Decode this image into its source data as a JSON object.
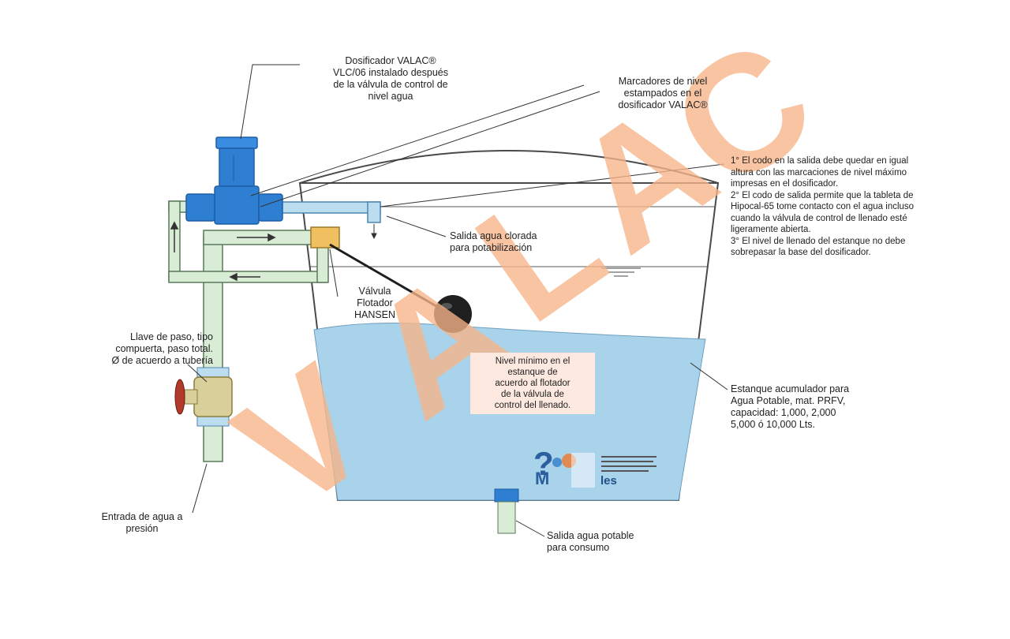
{
  "watermark": {
    "letters": [
      "V",
      "A",
      "L",
      "A",
      "C"
    ],
    "color": "#f7b488"
  },
  "labels": {
    "dosificador": "Dosificador VALAC®\nVLC/06 instalado después\nde la válvula de control de\nnivel agua",
    "marcadores": "Marcadores de nivel\nestampados en el\ndosificador VALAC®",
    "notas": "1° El codo en la salida debe quedar en igual\naltura con las marcaciones de nivel máximo\nimpresas en el dosificador.\n2° El codo de salida permite que la tableta de\nHipocal-65 tome contacto con el agua incluso\ncuando la válvula de control de llenado esté\nligeramente abierta.\n3° El nivel de llenado del estanque no debe\nsobrepasar la base del dosificador.",
    "salida_clorada": "Salida agua clorada\npara potabilización",
    "valvula_flotador": "Válvula\nFlotador\nHANSEN",
    "llave_paso": "Llave de paso, tipo\ncompuerta, paso total.\nØ de acuerdo a tubería",
    "nivel_minimo": "Nivel mínimo en el\nestanque de\nacuerdo al flotador\nde la válvula de\ncontrol del llenado.",
    "estanque": "Estanque acumulador para\nAgua Potable, mat. PRFV,\ncapacidad:  1,000, 2,000\n5,000 ó 10,000 Lts.",
    "entrada_agua": "Entrada de agua a\npresión",
    "salida_potable": "Salida agua potable\npara consumo",
    "logo_text": "les"
  },
  "colors": {
    "water": "#a9d3ea",
    "water_deep": "#8fc3e0",
    "pipe": "#d8ecd6",
    "pipe_edge": "#5a7a5a",
    "doser": "#2e7fd1",
    "doser_dark": "#1d5fa7",
    "valve_box": "#f0c060",
    "ball": "#1f1f1f"
  }
}
